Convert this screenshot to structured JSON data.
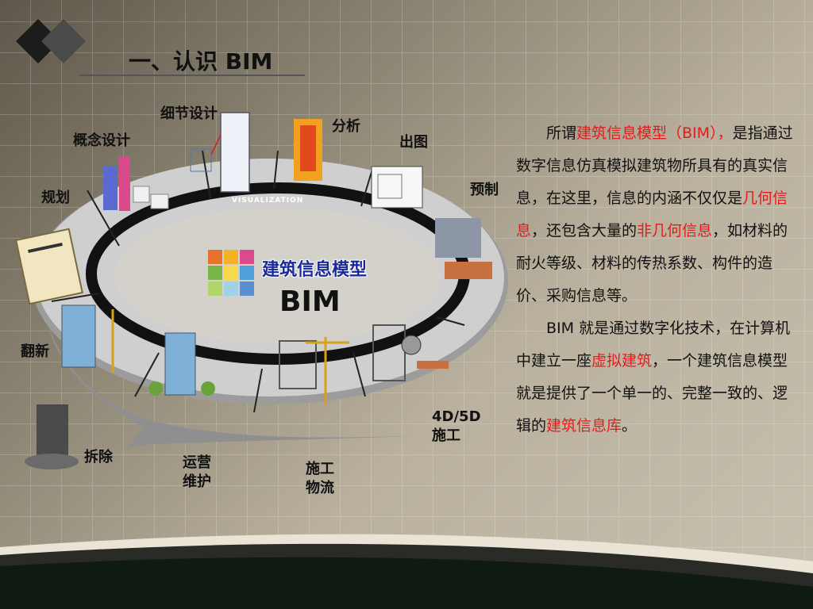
{
  "header": {
    "title": "一、认识 BIM"
  },
  "diagram": {
    "ring_label": "VISUALIZATION",
    "center_cn": "建筑信息模型",
    "center_en": "BIM",
    "stages": {
      "plan": "规划",
      "concept": "概念设计",
      "detail": "细节设计",
      "analysis": "分析",
      "drawing": "出图",
      "prefab": "预制",
      "construct_4d5d_1": "4D/5D",
      "construct_4d5d_2": "施工",
      "logistics_1": "施工",
      "logistics_2": "物流",
      "operate_1": "运营",
      "operate_2": "维护",
      "demolish": "拆除",
      "renovate": "翻新"
    }
  },
  "text": {
    "p1": [
      {
        "t": "所谓",
        "red": false
      },
      {
        "t": "建筑信息模型（BIM），",
        "red": true
      },
      {
        "t": "是指通过数字信息仿真模拟建筑物所具有的真实信息，在这里，信息的内涵不仅仅是",
        "red": false
      },
      {
        "t": "几何信息",
        "red": true
      },
      {
        "t": "，还包含大量的",
        "red": false
      },
      {
        "t": "非几何信息",
        "red": true
      },
      {
        "t": "，如材料的耐火等级、材料的传热系数、构件的造价、采购信息等。",
        "red": false
      }
    ],
    "p2": [
      {
        "t": "BIM 就是通过数字化技术，在计算机中建立一座",
        "red": false
      },
      {
        "t": "虚拟建筑",
        "red": true
      },
      {
        "t": "，一个建筑信息模型就是提供了一个单一的、完整一致的、逻辑的",
        "red": false
      },
      {
        "t": "建筑信息库",
        "red": true
      },
      {
        "t": "。",
        "red": false
      }
    ]
  },
  "colors": {
    "accent_red": "#e41c1c",
    "center_blue": "#1a2a9a",
    "ring_dark": "#111111",
    "ring_light": "#b8b8b8"
  }
}
